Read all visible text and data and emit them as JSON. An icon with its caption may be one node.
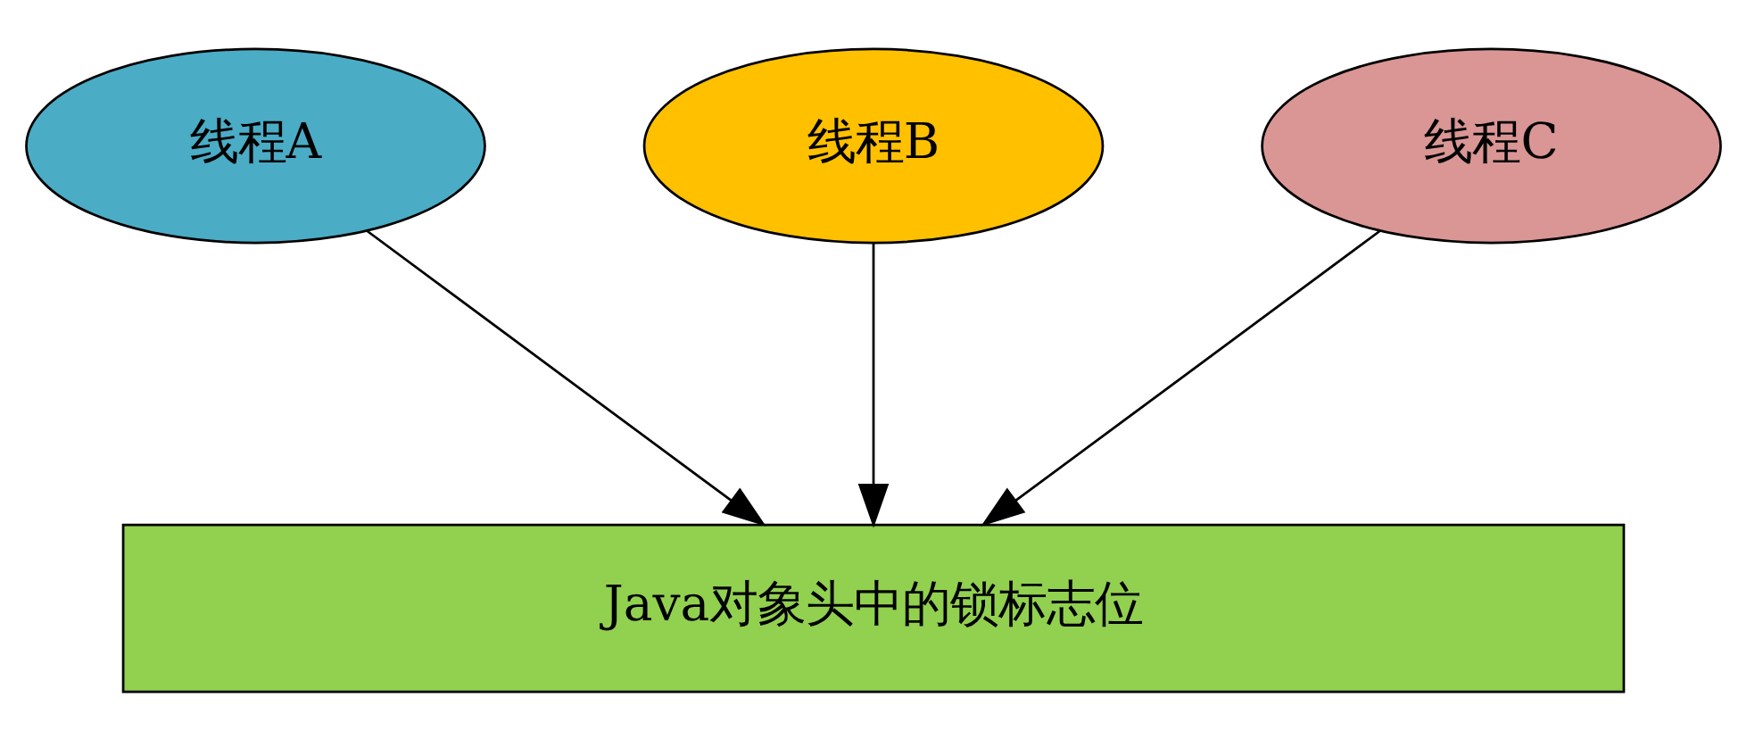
{
  "diagram": {
    "nodes": [
      {
        "text": [
          "线程A"
        ]
      },
      {
        "text": [
          "线程B"
        ]
      },
      {
        "text": [
          "线程C"
        ]
      },
      {
        "text": [
          "Java对象头中的锁标志位"
        ]
      }
    ],
    "edges": [
      {
        "from": 0,
        "to": 3,
        "arrow": "to"
      },
      {
        "from": 1,
        "to": 3,
        "arrow": "to"
      },
      {
        "from": 2,
        "to": 3,
        "arrow": "to"
      }
    ]
  }
}
